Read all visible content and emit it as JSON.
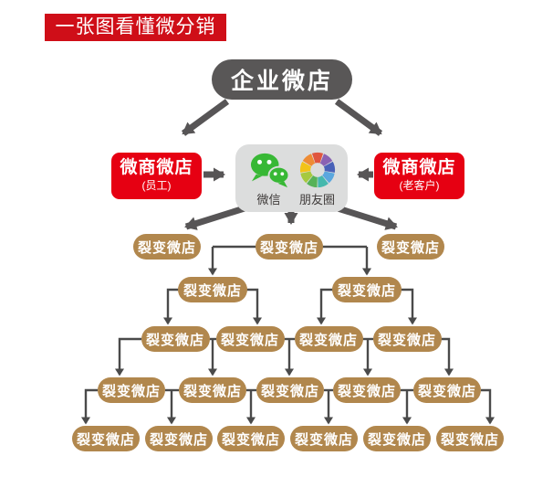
{
  "banner": {
    "label": "一张图看懂微分销"
  },
  "nodes": {
    "root": {
      "label": "企业微店"
    },
    "employee": {
      "title": "微商微店",
      "subtitle": "(员工)"
    },
    "customer": {
      "title": "微商微店",
      "subtitle": "(老客户)"
    },
    "hub": {
      "wechat_label": "微信",
      "moments_label": "朋友圈"
    }
  },
  "labels": {
    "fission": "裂变微店"
  },
  "tree": {
    "row_counts": [
      3,
      2,
      4,
      5,
      6
    ]
  },
  "colors": {
    "banner_red": "#cf0e18",
    "node_red": "#e60012",
    "root_gray": "#595757",
    "hub_gray": "#dcdddd",
    "fission_tan": "#b1874d",
    "connector": "#4a4a4a",
    "arrow": "#575556",
    "wechat_green": "#38b835",
    "moments_palette": [
      "#e0563f",
      "#8a62b3",
      "#4961b8",
      "#5aa7de",
      "#45b8ad",
      "#57b257",
      "#a6c93f",
      "#f2c318",
      "#ee8c35"
    ]
  }
}
